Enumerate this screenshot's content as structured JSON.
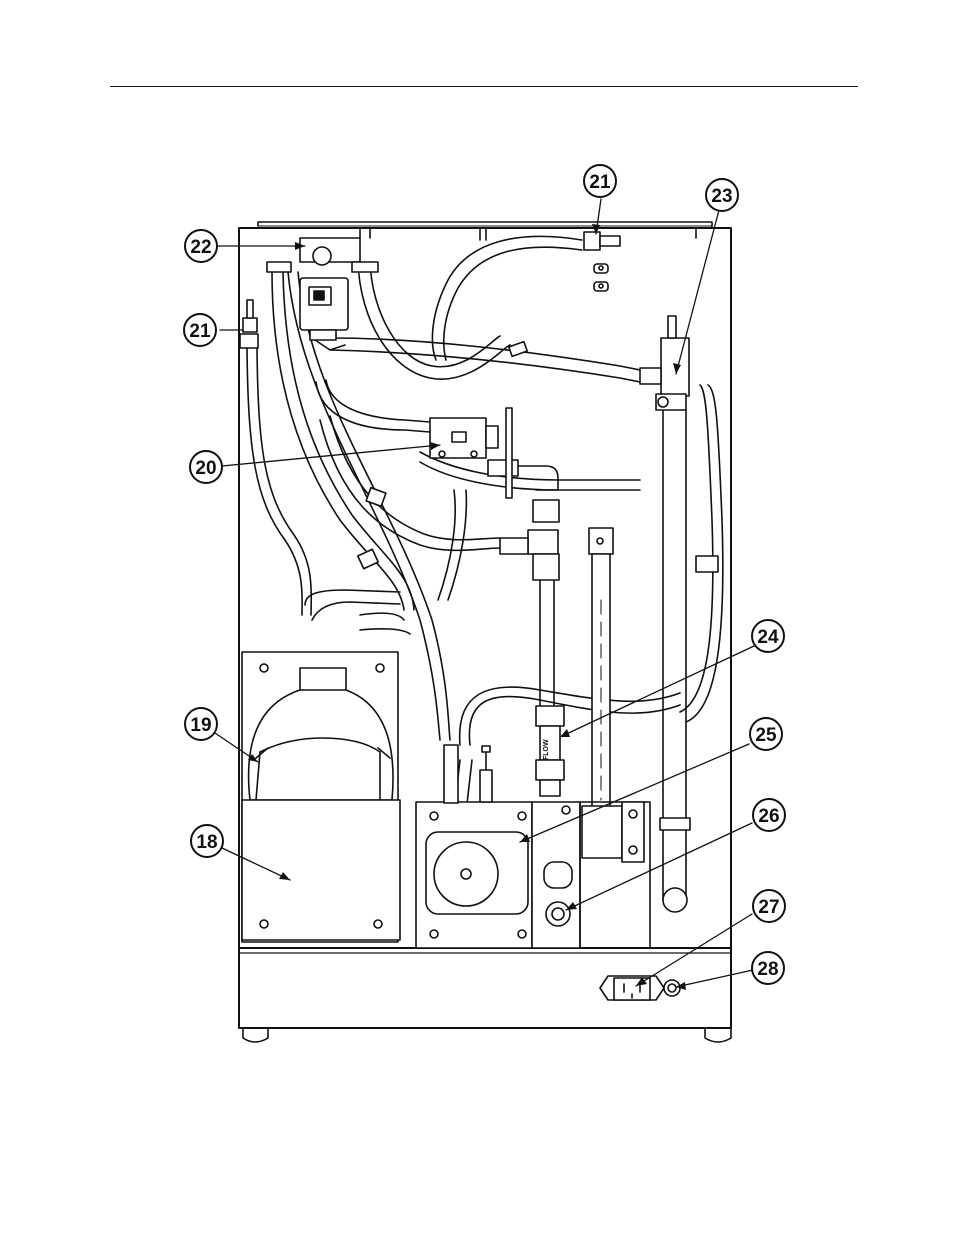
{
  "callouts": [
    {
      "id": "c18",
      "label": "18"
    },
    {
      "id": "c19",
      "label": "19"
    },
    {
      "id": "c20",
      "label": "20"
    },
    {
      "id": "c21a",
      "label": "21"
    },
    {
      "id": "c21b",
      "label": "21"
    },
    {
      "id": "c22",
      "label": "22"
    },
    {
      "id": "c23",
      "label": "23"
    },
    {
      "id": "c24",
      "label": "24"
    },
    {
      "id": "c25",
      "label": "25"
    },
    {
      "id": "c26",
      "label": "26"
    },
    {
      "id": "c27",
      "label": "27"
    },
    {
      "id": "c28",
      "label": "28"
    }
  ],
  "flow_label": "FLOW"
}
